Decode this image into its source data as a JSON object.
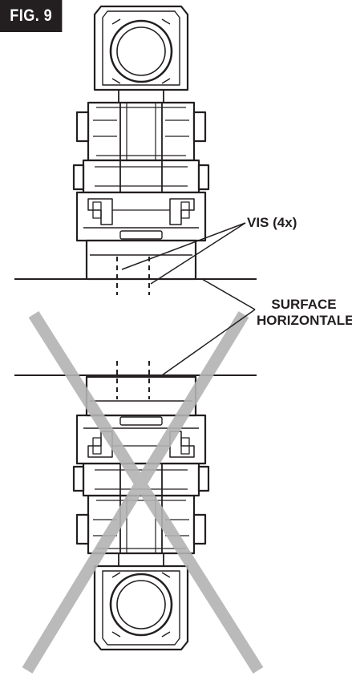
{
  "figure": {
    "label": "FIG. 9"
  },
  "callouts": {
    "screws": "VIS (4x)",
    "surface_line1": "SURFACE",
    "surface_line2": "HORIZONTALE"
  },
  "colors": {
    "ink": "#231f20",
    "cross": "#b3b3b3",
    "paper": "#ffffff"
  }
}
